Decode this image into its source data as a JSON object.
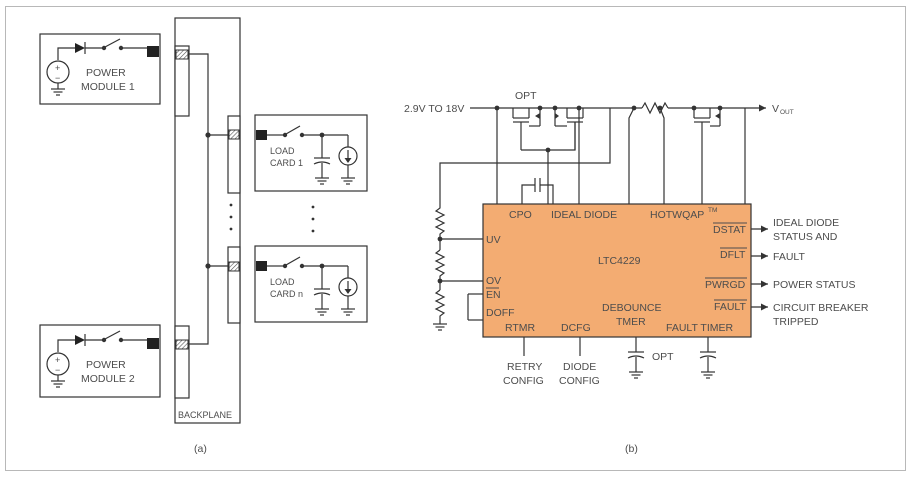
{
  "panel_a": {
    "caption": "(a)",
    "backplane_label": "BACKPLANE",
    "power_module_1": [
      "POWER",
      "MODULE 1"
    ],
    "power_module_2": [
      "POWER",
      "MODULE 2"
    ],
    "load_card_1": [
      "LOAD",
      "CARD 1"
    ],
    "load_card_n": [
      "LOAD",
      "CARD n"
    ],
    "plus_sign": "+",
    "minus_sign": "−"
  },
  "panel_b": {
    "caption": "(b)",
    "input_voltage": "2.9V TO 18V",
    "opt_top": "OPT",
    "vout_main": "V",
    "vout_sub": "OUT",
    "chip": {
      "name": "LTC4229",
      "color": "#f3ac72",
      "pins": {
        "cpo": "CPO",
        "ideal_diode": "IDEAL DIODE",
        "hotswap_main": "HOTWQAP",
        "hotswap_tm": "TM",
        "uv": "UV",
        "ov": "OV",
        "en": "EN",
        "doff": "DOFF",
        "rtmr": "RTMR",
        "dcfg": "DCFG",
        "debounce": [
          "DEBOUNCE",
          "TMER"
        ],
        "fault_timer": "FAULT TIMER",
        "dstat": "DSTAT",
        "dflt": "DFLT",
        "pwrgd": "PWRGD",
        "fault": "FAULT"
      }
    },
    "outputs": {
      "ideal_diode_status": [
        "IDEAL DIODE",
        "STATUS AND"
      ],
      "fault": "FAULT",
      "power_status": "POWER STATUS",
      "circuit_breaker": [
        "CIRCUIT BREAKER",
        "TRIPPED"
      ]
    },
    "bottom_labels": {
      "retry_config": [
        "RETRY",
        "CONFIG"
      ],
      "diode_config": [
        "DIODE",
        "CONFIG"
      ],
      "opt": "OPT"
    }
  }
}
